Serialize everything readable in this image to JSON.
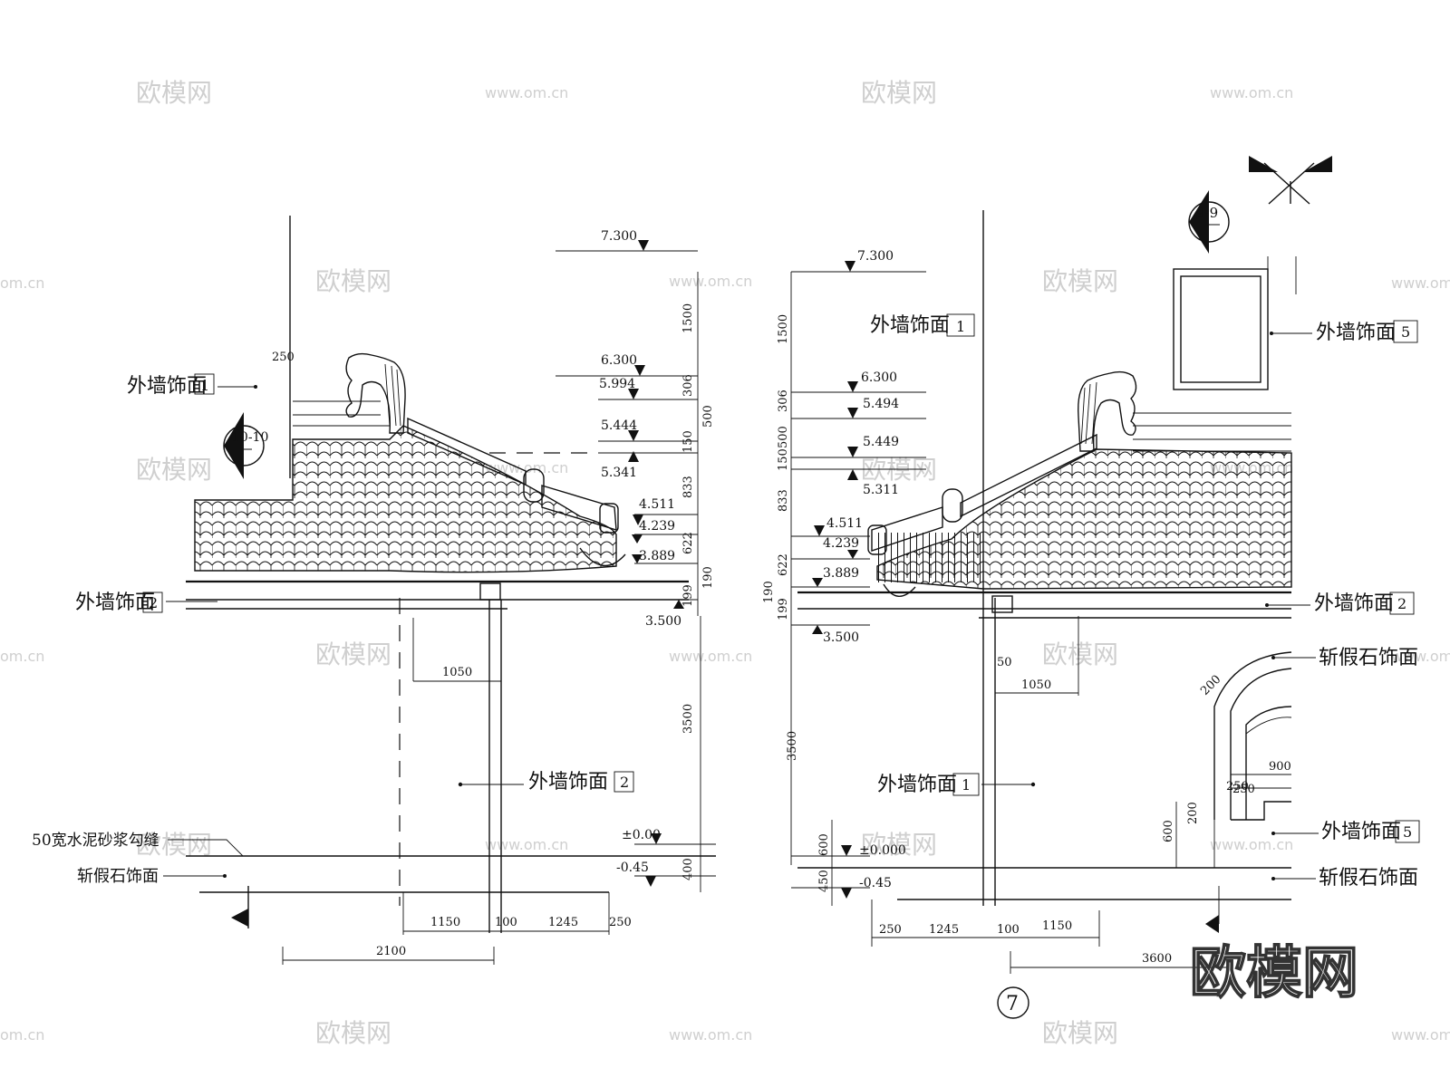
{
  "watermarks": {
    "brand_cn": "欧模网",
    "url": "www.om.cn",
    "url_partial": "om.cn"
  },
  "brand_logo": "欧模网",
  "drawing_number": "7",
  "left_view": {
    "elevations": [
      "7.300",
      "6.300",
      "5.994",
      "5.444",
      "5.341",
      "4.511",
      "4.239",
      "3.889",
      "3.500",
      "±0.00",
      "-0.45"
    ],
    "vertical_dims": [
      "1500",
      "306",
      "500",
      "150",
      "833",
      "622",
      "190",
      "199",
      "3500",
      "400"
    ],
    "horizontal_dims": [
      "250",
      "1050",
      "1150",
      "100",
      "1245",
      "250",
      "2100"
    ],
    "section_mark": "10-10",
    "labels": {
      "finish1": "外墙饰面",
      "finish1_num": "1",
      "finish2": "外墙饰面",
      "finish2_num": "2",
      "finish2b": "外墙饰面",
      "finish2b_num": "2",
      "mortar": "50宽水泥砂浆勾缝",
      "stone": "斩假石饰面"
    }
  },
  "right_view": {
    "elevations": [
      "7.300",
      "6.300",
      "5.494",
      "5.449",
      "5.311",
      "4.511",
      "4.239",
      "3.889",
      "3.500",
      "±0.000",
      "-0.45"
    ],
    "vertical_dims": [
      "1500",
      "306",
      "500",
      "150",
      "833",
      "622",
      "190",
      "199",
      "3500",
      "600",
      "450",
      "600",
      "200"
    ],
    "horizontal_dims": [
      "250",
      "1245",
      "100",
      "1150",
      "3600",
      "50",
      "1050",
      "250",
      "200",
      "900",
      "250"
    ],
    "section_mark": "9-9",
    "labels": {
      "finish1": "外墙饰面",
      "finish1_num": "1",
      "finish1b": "外墙饰面",
      "finish1b_num": "1",
      "finish2": "外墙饰面",
      "finish2_num": "2",
      "finish5": "外墙饰面",
      "finish5_num": "5",
      "finish5b": "外墙饰面",
      "finish5b_num": "5",
      "stone": "斩假石饰面",
      "stone2": "斩假石饰面"
    }
  }
}
